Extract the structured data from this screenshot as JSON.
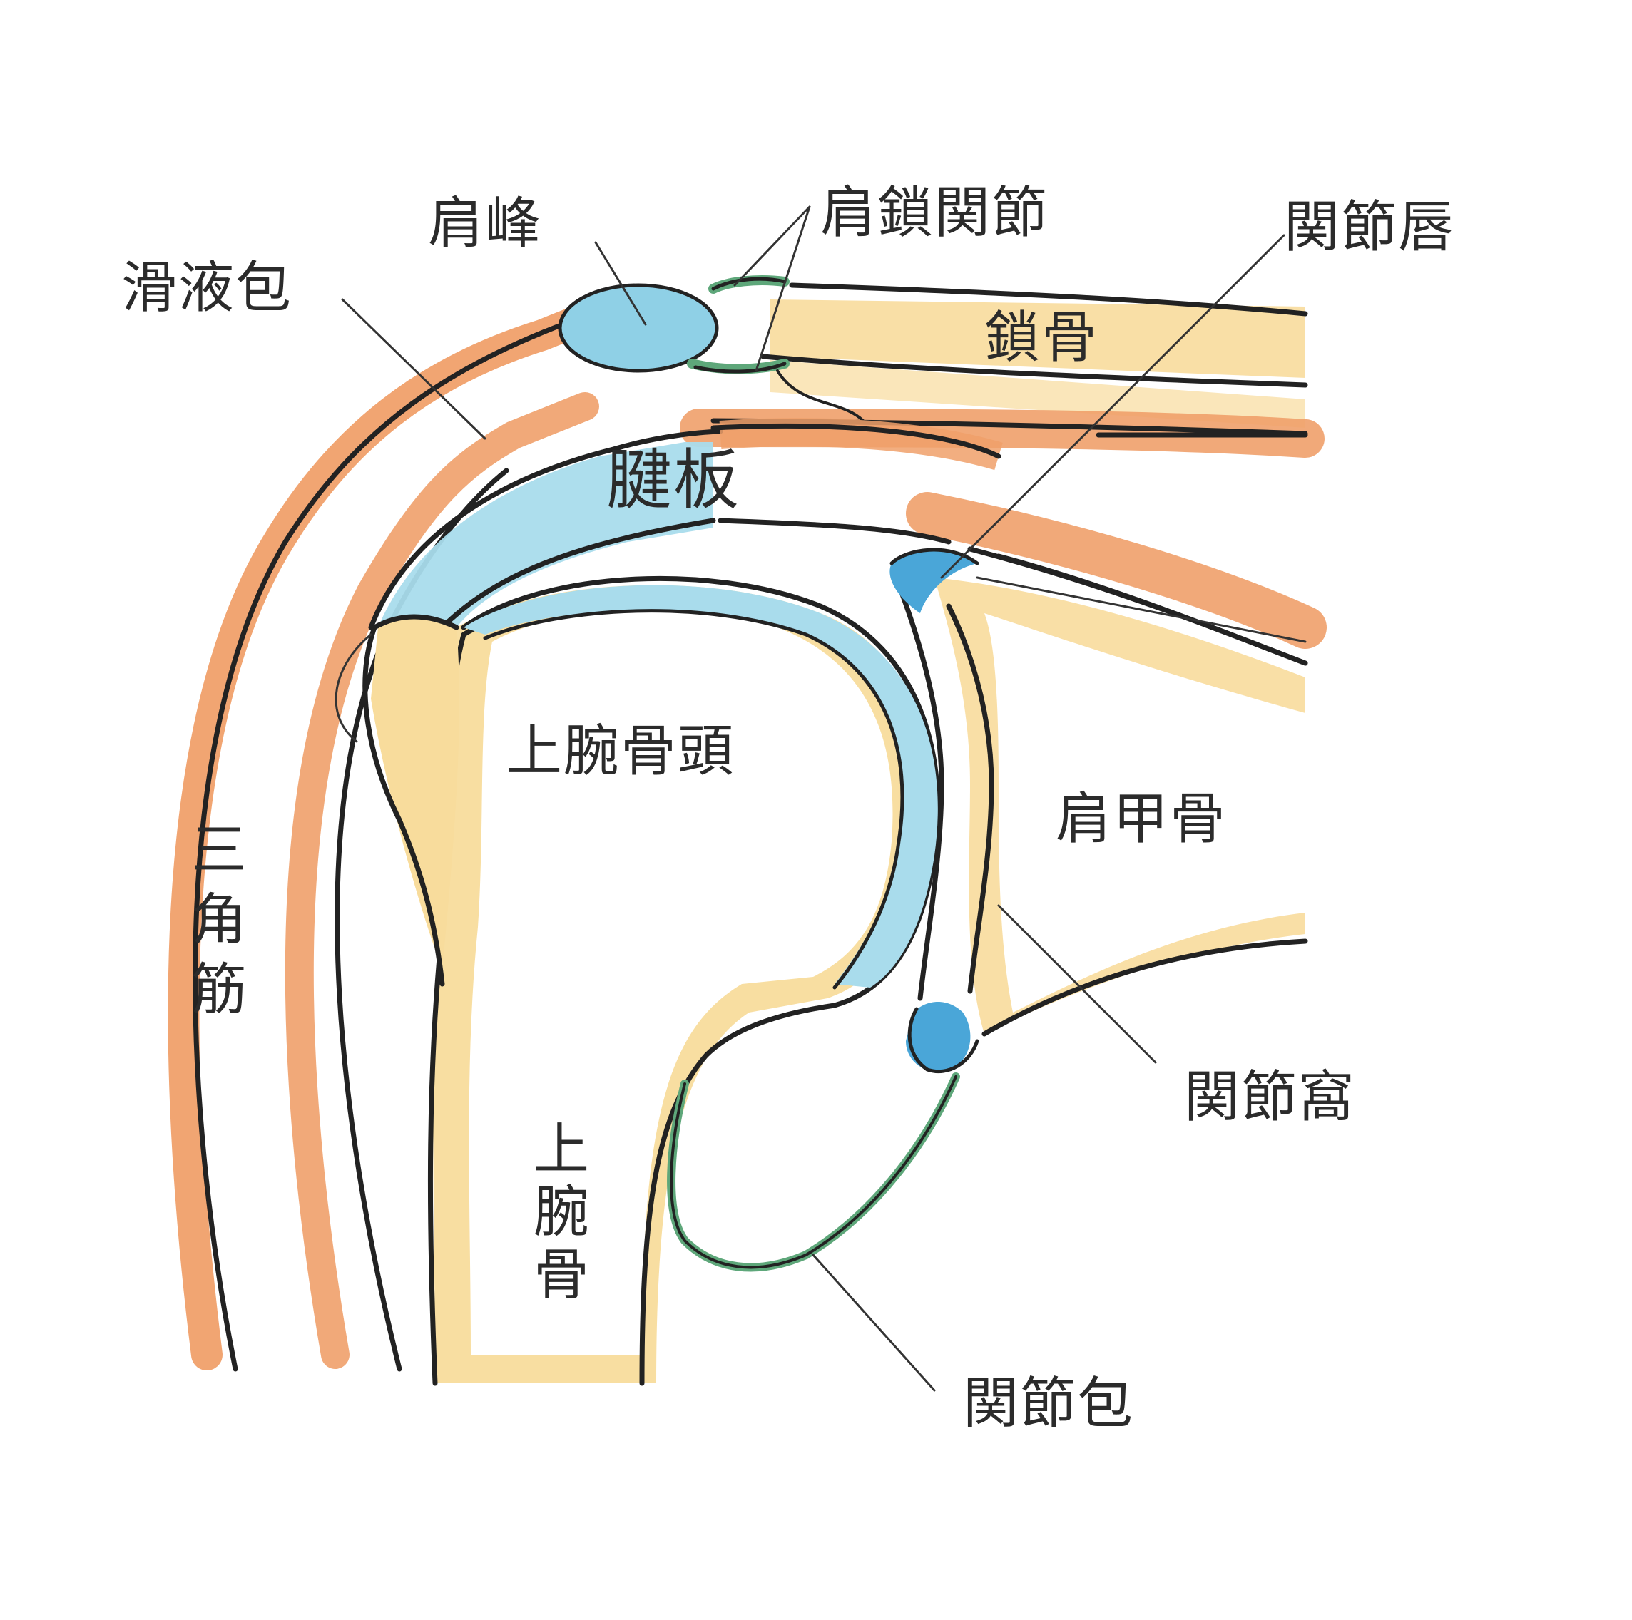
{
  "colors": {
    "muscle": "#f0a06a",
    "bone": "#f8dc9c",
    "cartilage": "#a9dcec",
    "bursa": "#8fd0e6",
    "labrum": "#4aa6d8",
    "capsule": "#5ea77a",
    "ink": "#222222",
    "paper": "#ffffff"
  },
  "labels": {
    "acromion": "肩峰",
    "acromioclavicular_joint": "肩鎖関節",
    "glenoid_labrum": "関節唇",
    "bursa": "滑液包",
    "clavicle": "鎖骨",
    "rotator_cuff": "腱板",
    "humeral_head": "上腕骨頭",
    "scapula": "肩甲骨",
    "deltoid": "三角筋",
    "glenoid_fossa": "関節窩",
    "humerus": "上腕骨",
    "joint_capsule": "関節包"
  }
}
